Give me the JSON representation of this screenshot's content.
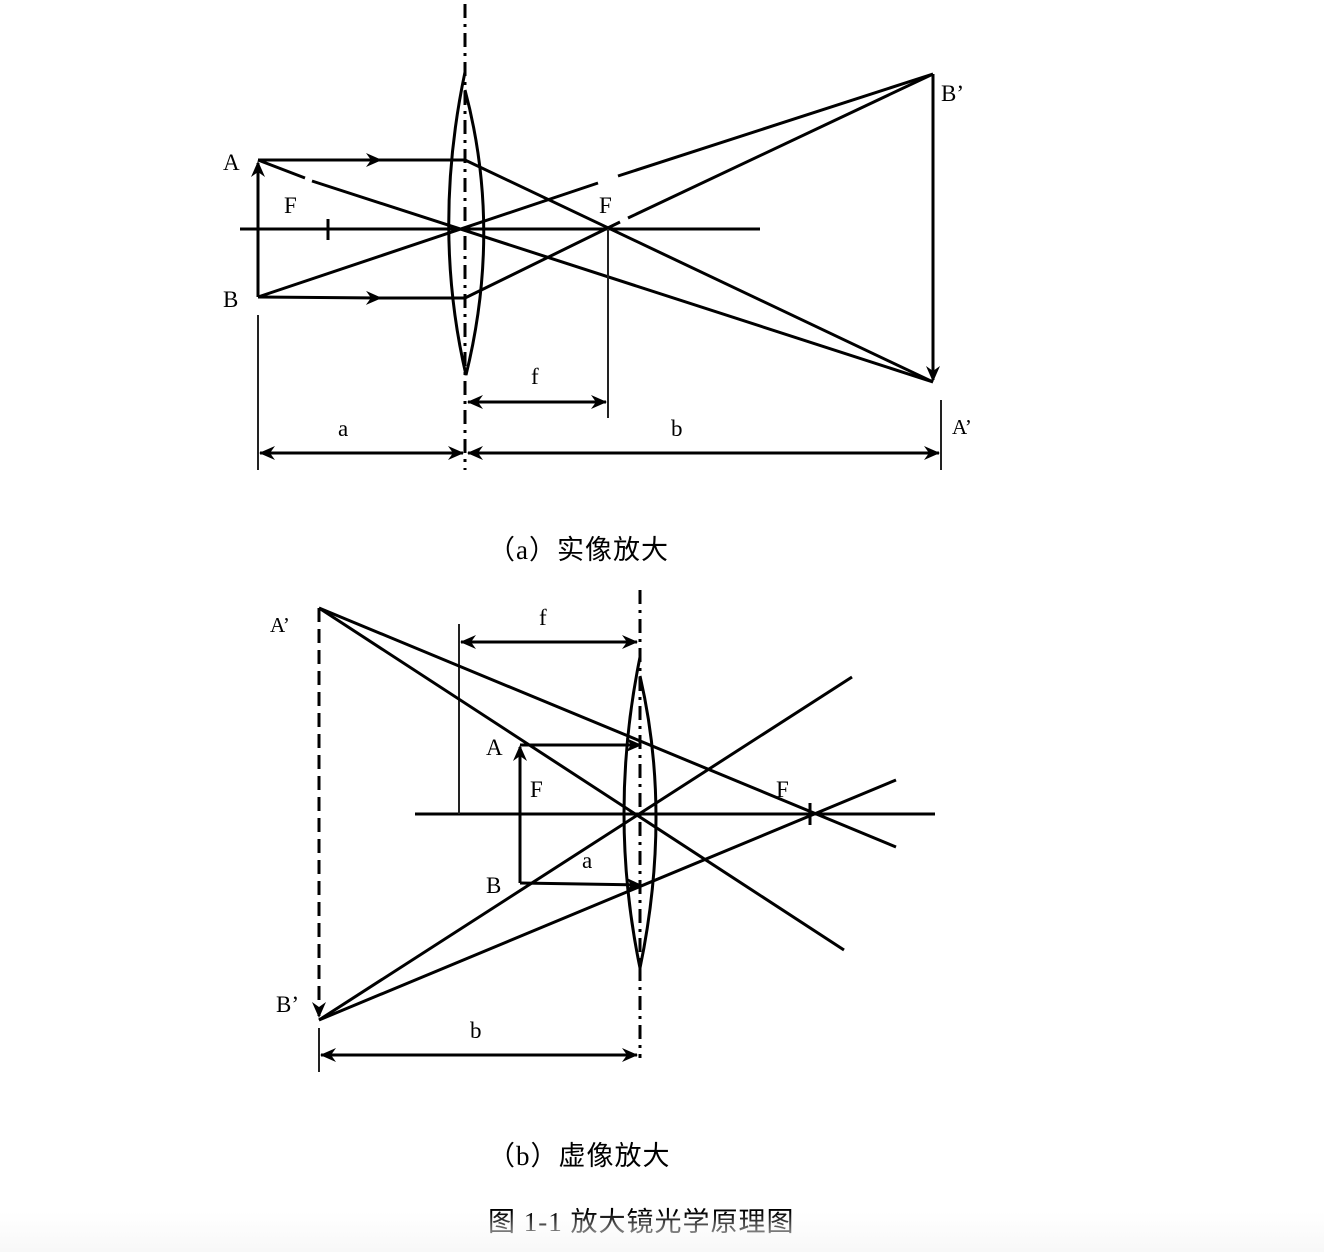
{
  "figure": {
    "title": "图 1-1  放大镜光学原理图",
    "background_color": "#ffffff",
    "line_color": "#000000"
  },
  "panel_a": {
    "caption": "（a）实像放大",
    "labels": {
      "object_top": "A",
      "object_bottom": "B",
      "focal_left": "F",
      "focal_right": "F",
      "image_top": "B’",
      "image_bottom": "A’",
      "focal_length": "f",
      "object_distance": "a",
      "image_distance": "b"
    }
  },
  "panel_b": {
    "caption": "（b）虚像放大",
    "labels": {
      "object_top": "A",
      "object_bottom": "B",
      "focal_left": "F",
      "focal_right": "F",
      "image_top": "A’",
      "image_bottom": "B’",
      "focal_length": "f",
      "object_distance": "a",
      "image_distance": "b"
    }
  }
}
